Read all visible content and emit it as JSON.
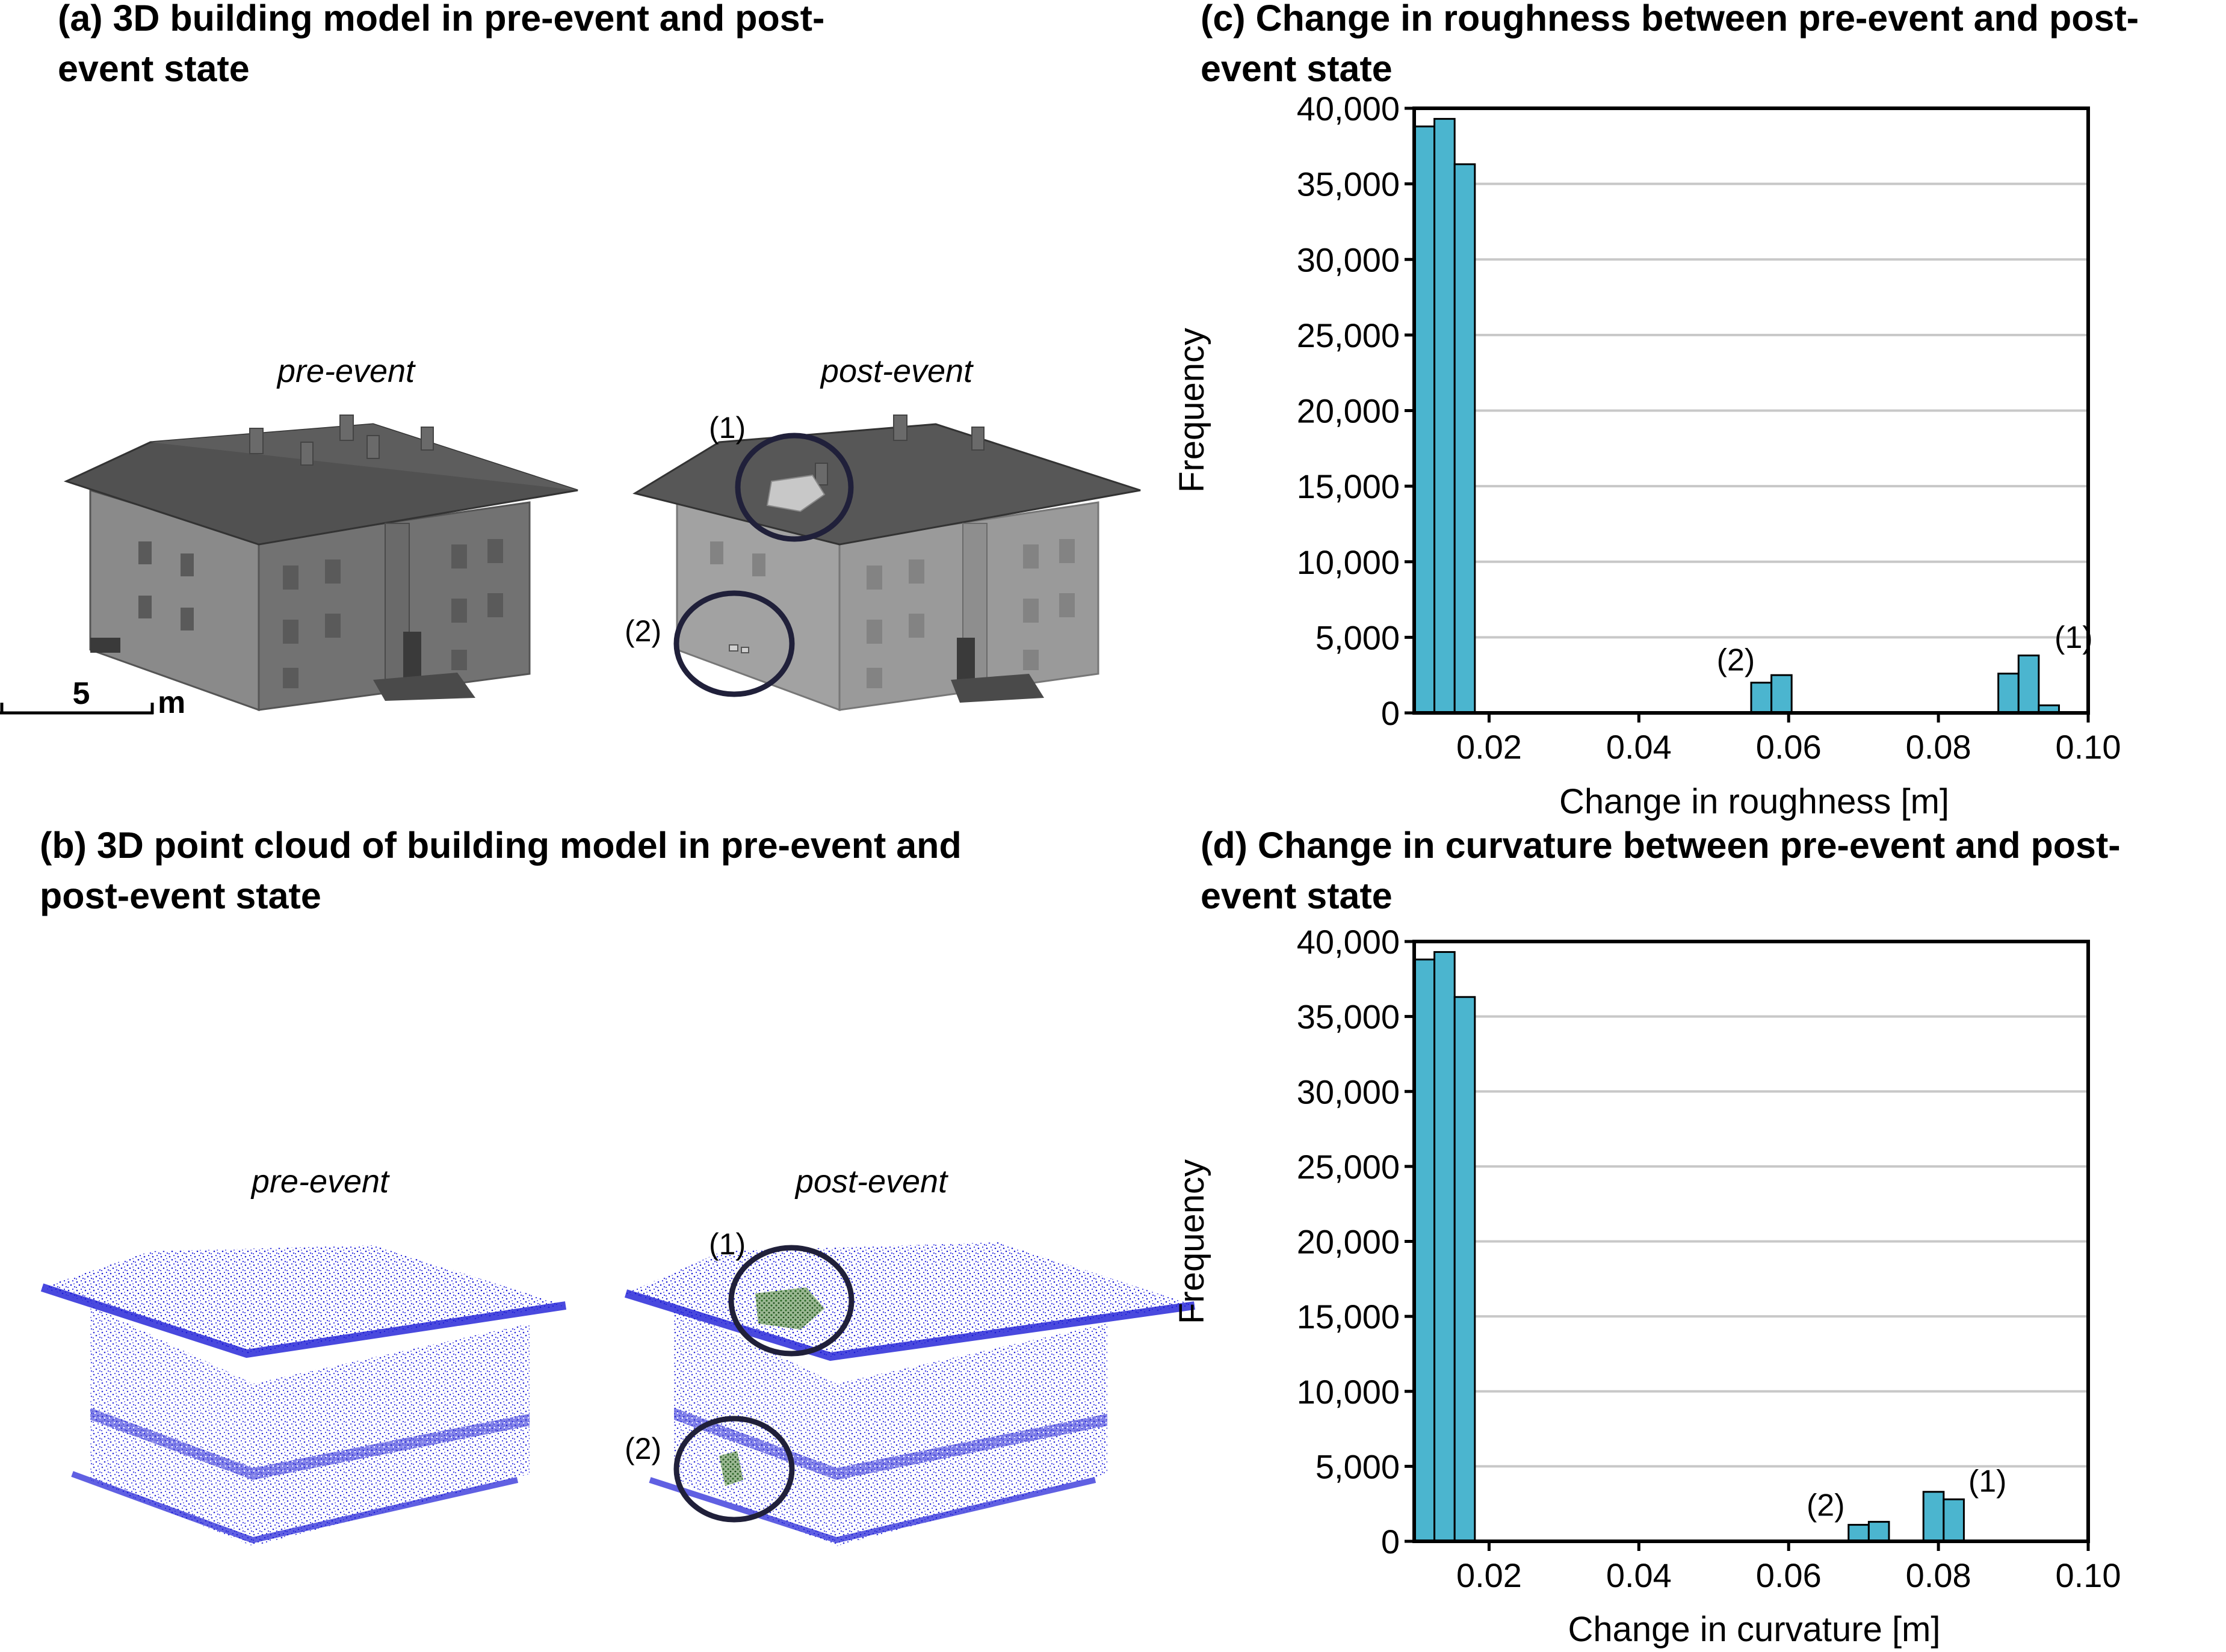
{
  "panels": {
    "a": {
      "title_line1": "(a) 3D building model in pre-event and post-",
      "title_line2": "event state",
      "pre_label": "pre-event",
      "post_label": "post-event",
      "marker1": "(1)",
      "marker2": "(2)",
      "scale_value": "5",
      "scale_unit": "m"
    },
    "b": {
      "title_line1": "(b) 3D point cloud of building model in pre-event and",
      "title_line2": "post-event state",
      "pre_label": "pre-event",
      "post_label": "post-event",
      "marker1": "(1)",
      "marker2": "(2)"
    },
    "c": {
      "title_line1": "(c) Change in roughness between pre-event and post-",
      "title_line2": "event state"
    },
    "d": {
      "title_line1": "(d) Change in curvature between pre-event and post-",
      "title_line2": "event state"
    }
  },
  "colors": {
    "bar": "#4bb5cf",
    "roof": "#555555",
    "wall_pre": "#7a7a7a",
    "wall_post": "#9e9e9e",
    "points": "#1c1cd6",
    "highlight": "#2f6b2a",
    "circle": "#20203a",
    "grid": "#c8c8c8"
  },
  "chart_data": [
    {
      "type": "bar",
      "xlabel": "Change in roughness [m]",
      "ylabel": "Frequency",
      "xlim": [
        0.01,
        0.1
      ],
      "ylim": [
        0,
        40000
      ],
      "xticks": [
        0.02,
        0.04,
        0.06,
        0.08,
        0.1
      ],
      "xtick_labels": [
        "0.02",
        "0.04",
        "0.06",
        "0.08",
        "0.10"
      ],
      "yticks": [
        0,
        5000,
        10000,
        15000,
        20000,
        25000,
        30000,
        35000,
        40000
      ],
      "ytick_labels": [
        "0",
        "5,000",
        "10,000",
        "15,000",
        "20,000",
        "25,000",
        "30,000",
        "35,000",
        "40,000"
      ],
      "bin_width": 0.0027,
      "bins": [
        {
          "x": 0.01,
          "y": 38800
        },
        {
          "x": 0.0127,
          "y": 39300
        },
        {
          "x": 0.0154,
          "y": 36300
        },
        {
          "x": 0.055,
          "y": 2000
        },
        {
          "x": 0.0577,
          "y": 2500
        },
        {
          "x": 0.088,
          "y": 2600
        },
        {
          "x": 0.0907,
          "y": 3800
        },
        {
          "x": 0.0934,
          "y": 500
        }
      ],
      "annotations": [
        {
          "text": "(2)",
          "x": 0.0555,
          "y": 2400
        },
        {
          "text": "(1)",
          "x": 0.0955,
          "y": 3900
        }
      ]
    },
    {
      "type": "bar",
      "xlabel": "Change in curvature [m]",
      "ylabel": "Frequency",
      "xlim": [
        0.01,
        0.1
      ],
      "ylim": [
        0,
        40000
      ],
      "xticks": [
        0.02,
        0.04,
        0.06,
        0.08,
        0.1
      ],
      "xtick_labels": [
        "0.02",
        "0.04",
        "0.06",
        "0.08",
        "0.10"
      ],
      "yticks": [
        0,
        5000,
        10000,
        15000,
        20000,
        25000,
        30000,
        35000,
        40000
      ],
      "ytick_labels": [
        "0",
        "5,000",
        "10,000",
        "15,000",
        "20,000",
        "25,000",
        "30,000",
        "35,000",
        "40,000"
      ],
      "bin_width": 0.0027,
      "bins": [
        {
          "x": 0.01,
          "y": 38800
        },
        {
          "x": 0.0127,
          "y": 39300
        },
        {
          "x": 0.0154,
          "y": 36300
        },
        {
          "x": 0.068,
          "y": 1100
        },
        {
          "x": 0.0707,
          "y": 1300
        },
        {
          "x": 0.078,
          "y": 3300
        },
        {
          "x": 0.0807,
          "y": 2800
        }
      ],
      "annotations": [
        {
          "text": "(2)",
          "x": 0.0675,
          "y": 1300
        },
        {
          "text": "(1)",
          "x": 0.084,
          "y": 2900
        }
      ]
    }
  ]
}
